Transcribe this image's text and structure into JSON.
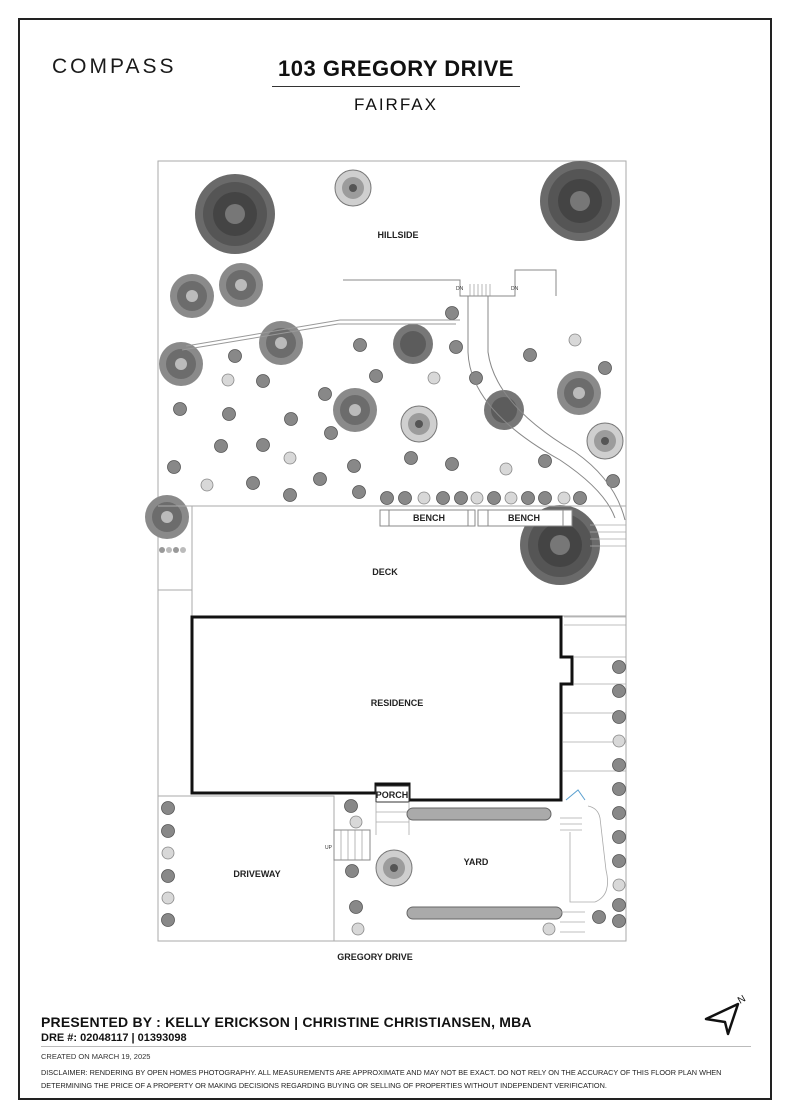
{
  "header": {
    "brand": "COMPASS",
    "title": "103 GREGORY DRIVE",
    "subtitle": "FAIRFAX"
  },
  "plan": {
    "labels": {
      "hillside": "HILLSIDE",
      "bench_1": "BENCH",
      "bench_2": "BENCH",
      "deck": "DECK",
      "residence": "RESIDENCE",
      "porch": "PORCH",
      "driveway": "DRIVEWAY",
      "yard": "YARD",
      "street": "GREGORY DRIVE",
      "stair_dn_1": "DN",
      "stair_dn_2": "DN",
      "stair_up": "UP"
    },
    "icons": [
      "tree-icon",
      "shrub-icon",
      "north-arrow-icon"
    ]
  },
  "footer": {
    "presented_by": "PRESENTED BY : KELLY ERICKSON | CHRISTINE CHRISTIANSEN, MBA",
    "dre": "DRE #: 02048117 | 01393098",
    "created": "CREATED ON MARCH 19, 2025",
    "disclaimer": "DISCLAIMER: RENDERING BY OPEN HOMES PHOTOGRAPHY. ALL MEASUREMENTS ARE APPROXIMATE AND MAY NOT BE EXACT. DO NOT RELY ON THE ACCURACY OF THIS FLOOR PLAN WHEN DETERMINING THE PRICE OF A PROPERTY OR MAKING DECISIONS REGARDING BUYING OR SELLING OF PROPERTIES WITHOUT INDEPENDENT VERIFICATION."
  },
  "north_label": "N"
}
